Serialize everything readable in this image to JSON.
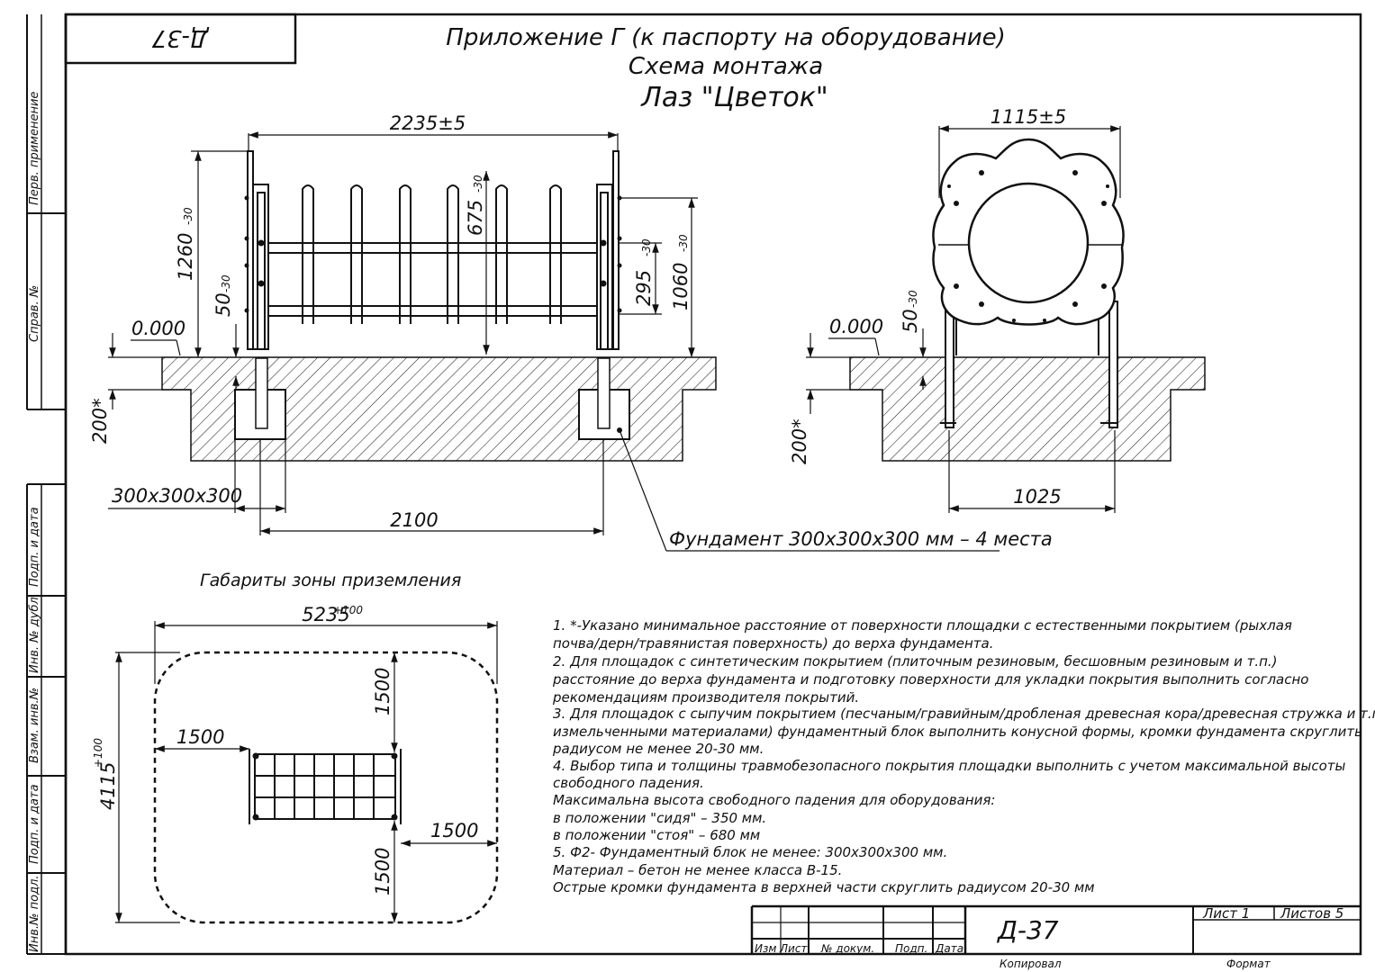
{
  "code_box": "Д-37",
  "title": {
    "line1": "Приложение Г (к паспорту на оборудование)",
    "line2": "Схема монтажа",
    "line3": "Лаз \"Цветок\""
  },
  "side_labels": {
    "perv_primenenie": "Перв. применение",
    "sprav_no": "Справ. №",
    "podp_data_1": "Подп. и дата",
    "inv_dubl": "Инв. № дубл.",
    "vzam_inv": "Взам. инв.№",
    "podp_data_2": "Подп. и дата",
    "inv_podl": "Инв.№ подл."
  },
  "front_view": {
    "dim_width": "2235±5",
    "dim_1260": "1260",
    "tol_1260": "-30",
    "dim_675": "675",
    "tol_675": "-30",
    "dim_295": "295",
    "tol_295": "-30",
    "dim_1060": "1060",
    "tol_1060": "-30",
    "dim_50": "50",
    "tol_50": "-30",
    "level": "0.000",
    "dim_200": "200*",
    "foundation_size": "300x300x300",
    "dim_2100": "2100",
    "foundation_note": "Фундамент 300x300x300 мм – 4 места"
  },
  "side_view": {
    "dim_width": "1115±5",
    "dim_50": "50",
    "tol_50": "-30",
    "level": "0.000",
    "dim_200": "200*",
    "dim_1025": "1025"
  },
  "landing_zone": {
    "title": "Габариты зоны приземления",
    "dim_length": "5235",
    "tol_length": "+100",
    "dim_width": "4115",
    "tol_width": "+100",
    "dim_top": "1500",
    "dim_left": "1500",
    "dim_right": "1500",
    "dim_bottom": "1500"
  },
  "notes": [
    "1. *-Указано минимальное расстояние от поверхности площадки с естественными покрытием (рыхлая",
    "почва/дерн/травянистая поверхность) до верха фундамента.",
    "2. Для площадок с синтетическим покрытием (плиточным резиновым, бесшовным резиновым и т.п.)",
    "расстояние до верха фундамента и подготовку поверхности для укладки покрытия выполнить согласно",
    "рекомендациям производителя покрытий.",
    "3. Для площадок с сыпучим покрытием (песчаным/гравийным/дробленая древесная кора/древесная стружка и т.п.",
    "измельченными материалами) фундаментный блок выполнить конусной формы, кромки фундамента скруглить",
    "радиусом не менее 20-30 мм.",
    "4. Выбор типа и толщины травмобезопасного покрытия площадки выполнить с учетом максимальной высоты",
    "свободного падения.",
    "Максимальна высота свободного падения для оборудования:",
    " в положении \"сидя\" – 350 мм.",
    "в положении \"стоя\" – 680 мм",
    "5. Ф2- Фундаментный блок не менее: 300x300x300 мм.",
    "Материал – бетон не менее класса В-15.",
    "Острые кромки фундамента в верхней части скруглить радиусом 20-30 мм"
  ],
  "title_block": {
    "code": "Д-37",
    "sheet": "Лист 1",
    "sheets": "Листов 5",
    "col_izm": "Изм",
    "col_list": "Лист",
    "col_docnum": "№ докум.",
    "col_podp": "Подп.",
    "col_data": "Дата",
    "kopiroval": "Копировал",
    "format": "Формат"
  }
}
